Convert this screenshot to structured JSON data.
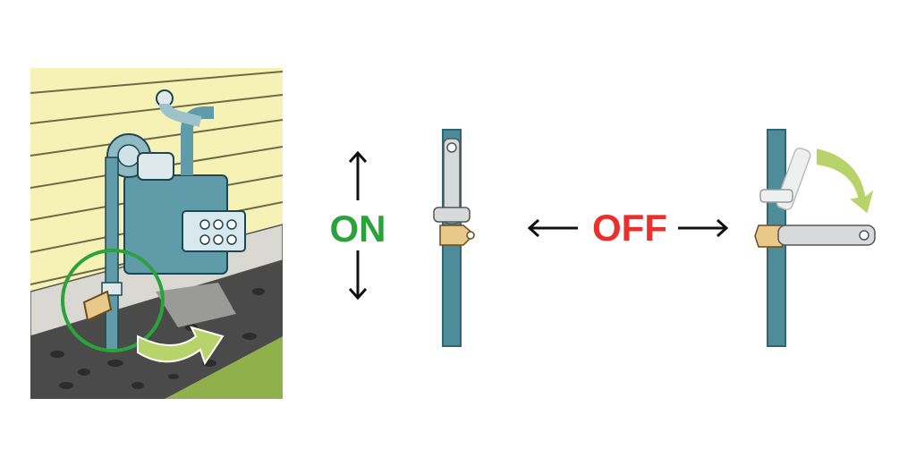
{
  "labels": {
    "on": "ON",
    "off": "OFF"
  },
  "colors": {
    "on": "#2aa33a",
    "off": "#e8302d",
    "pipe": "#4e8c99",
    "pipe_dark": "#2f6673",
    "meter_body": "#5f9ba8",
    "siding": "#f6f1b5",
    "gravel": "#4a4a4a",
    "grass": "#8fb04a",
    "arrow_hint": "#b7d36a",
    "valve_brass": "#e9c98a",
    "wrench": "#d6dadb",
    "highlight_ring": "#2aa33a",
    "arrow": "#111111"
  },
  "icons": {
    "meter": "gas-meter-illustration",
    "valve_on": "shutoff-valve-open",
    "valve_off": "shutoff-valve-closed",
    "arrow": "double-arrow"
  }
}
